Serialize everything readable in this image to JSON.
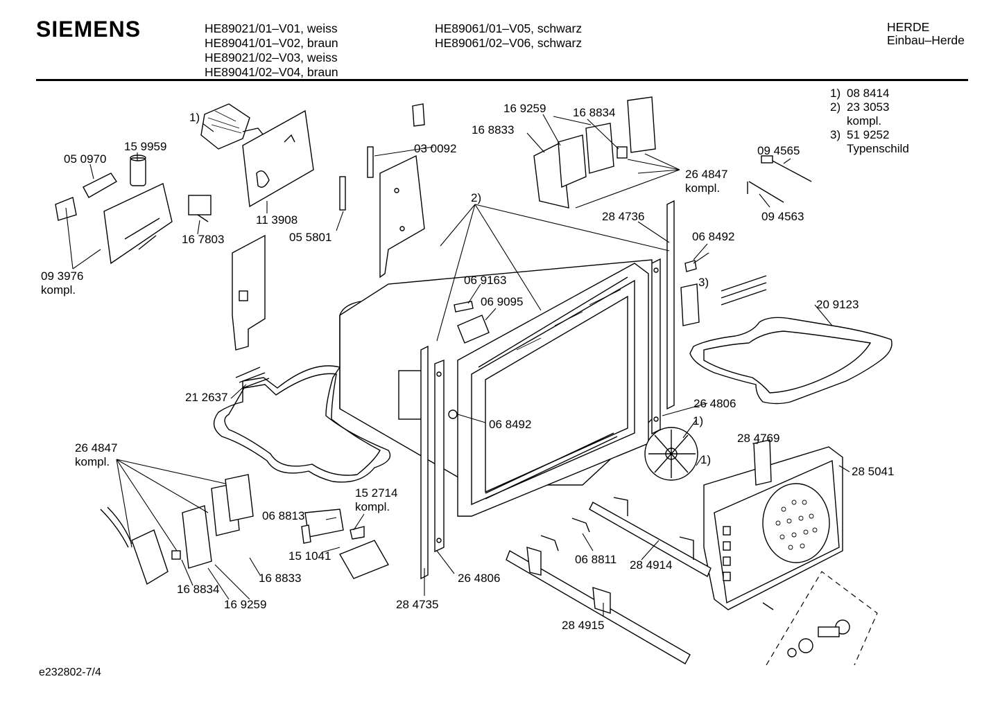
{
  "header": {
    "brand": "SIEMENS",
    "models_left": [
      "HE89021/01–V01, weiss",
      "HE89041/01–V02, braun",
      "HE89021/02–V03, weiss",
      "HE89041/02–V04, braun"
    ],
    "models_right": [
      "HE89061/01–V05, schwarz",
      "HE89061/02–V06, schwarz"
    ],
    "category": [
      "HERDE",
      "Einbau–Herde"
    ]
  },
  "notes": [
    {
      "num": "1)",
      "lines": [
        "08 8414"
      ]
    },
    {
      "num": "2)",
      "lines": [
        "23 3053",
        "kompl."
      ]
    },
    {
      "num": "3)",
      "lines": [
        "51 9252",
        "Typenschild"
      ]
    }
  ],
  "labels": [
    "1)",
    "15 9959",
    "05 0970",
    "11 3908",
    "16 7803",
    "09 3976",
    "kompl.",
    "05 5801",
    "03 0092",
    "16 9259",
    "16 8834",
    "16 8833",
    "26 4847",
    "kompl.",
    "09 4565",
    "09 4563",
    "2)",
    "28 4736",
    "06 8492",
    "3)",
    "06 9163",
    "06 9095",
    "20 9123",
    "21 2637",
    "26 4806",
    "06 8492",
    "1)",
    "1)",
    "28 4769",
    "28 5041",
    "26 4847",
    "kompl.",
    "15 2714",
    "kompl.",
    "06 8813",
    "15 1041",
    "16 8834",
    "16 8833",
    "16 9259",
    "26 4806",
    "28 4735",
    "06 8811",
    "28 4914",
    "28 4915"
  ],
  "footer": "e232802-7/4"
}
